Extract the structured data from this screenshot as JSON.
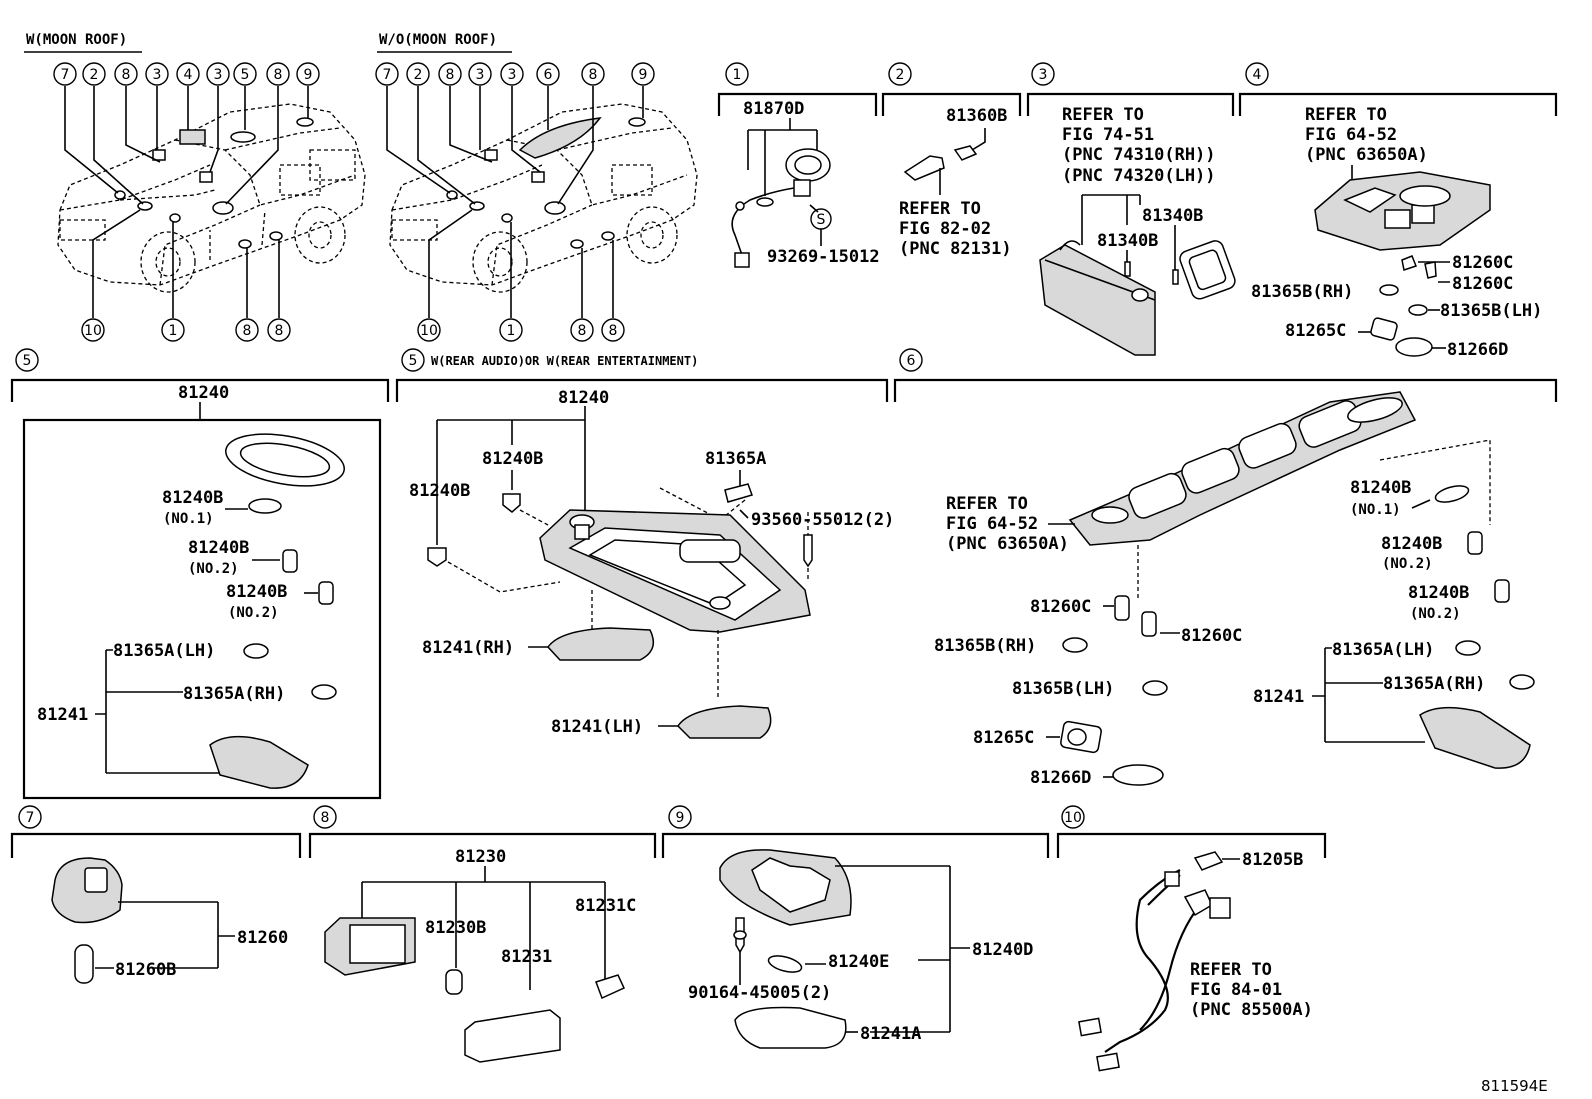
{
  "diagram_id": "811594E",
  "headers": {
    "moon_roof": "W(MOON ROOF)",
    "no_moon_roof": "W/O(MOON ROOF)",
    "rear_audio": "W(REAR AUDIO)OR W(REAR ENTERTAINMENT)"
  },
  "callouts": {
    "c1": "1",
    "c2": "2",
    "c3": "3",
    "c4": "4",
    "c5": "5",
    "c6": "6",
    "c7": "7",
    "c8": "8",
    "c9": "9",
    "c10": "10",
    "s": "S"
  },
  "refs": {
    "refer_to": "REFER TO",
    "fig_74_51": "FIG 74-51",
    "pnc_74310": "(PNC 74310(RH))",
    "pnc_74320": "(PNC 74320(LH))",
    "fig_64_52": "FIG 64-52",
    "pnc_63650a": "(PNC 63650A)",
    "fig_82_02": "FIG 82-02",
    "pnc_82131": "(PNC 82131)",
    "fig_84_01": "FIG 84-01",
    "pnc_85500a": "(PNC 85500A)"
  },
  "parts": {
    "p81870d": "81870D",
    "p93269": "93269-15012",
    "p81360b": "81360B",
    "p81340b": "81340B",
    "p81260c": "81260C",
    "p81365b_rh": "81365B(RH)",
    "p81365b_lh": "81365B(LH)",
    "p81265c": "81265C",
    "p81266d": "81266D",
    "p81240": "81240",
    "p81240b": "81240B",
    "no1": "(NO.1)",
    "no2": "(NO.2)",
    "p81365a_lh": "81365A(LH)",
    "p81365a_rh": "81365A(RH)",
    "p81365a": "81365A",
    "p81241": "81241",
    "p81241_rh": "81241(RH)",
    "p81241_lh": "81241(LH)",
    "p93560": "93560-55012(2)",
    "p81260": "81260",
    "p81260b": "81260B",
    "p81230": "81230",
    "p81230b": "81230B",
    "p81231": "81231",
    "p81231c": "81231C",
    "p81240d": "81240D",
    "p81240e": "81240E",
    "p90164": "90164-45005(2)",
    "p81241a": "81241A",
    "p81205b": "81205B"
  }
}
